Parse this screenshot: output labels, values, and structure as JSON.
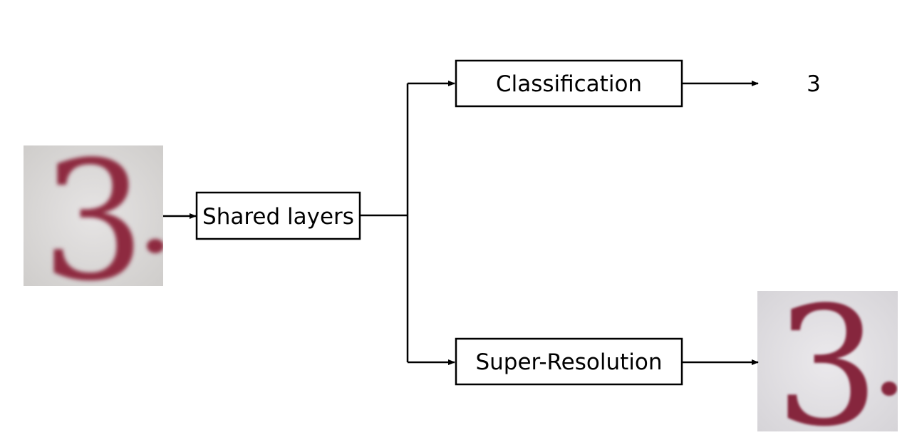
{
  "nodes": {
    "shared": {
      "label": "Shared layers"
    },
    "classification": {
      "label": "Classification"
    },
    "super_resolution": {
      "label": "Super-Resolution"
    }
  },
  "outputs": {
    "classification": "3"
  },
  "images": {
    "input_digit": "3",
    "output_digit": "3"
  },
  "colors": {
    "background": "#ffffff",
    "stroke": "#000000",
    "photo_bg_input": "#dcdad8",
    "photo_bg_output": "#e3e1e3",
    "digit_ink": "#8e2a41"
  }
}
